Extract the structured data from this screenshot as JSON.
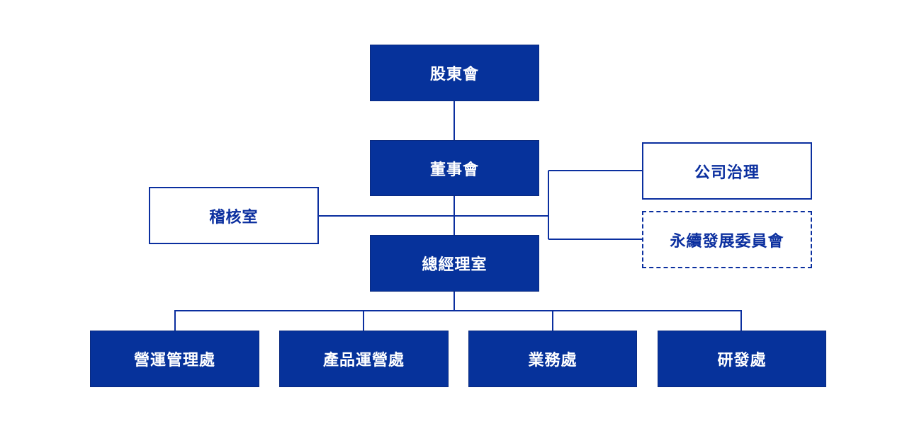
{
  "org_chart": {
    "colors": {
      "primary": "#06329b",
      "line": "#0b2f9f",
      "background": "#ffffff"
    },
    "nodes": {
      "shareholders": "股東會",
      "board": "董事會",
      "audit": "稽核室",
      "governance": "公司治理",
      "sustainability": "永續發展委員會",
      "president": "總經理室",
      "operations": "營運管理處",
      "product_marketing": "產品運營處",
      "sales": "業務處",
      "rnd": "研發處"
    }
  }
}
